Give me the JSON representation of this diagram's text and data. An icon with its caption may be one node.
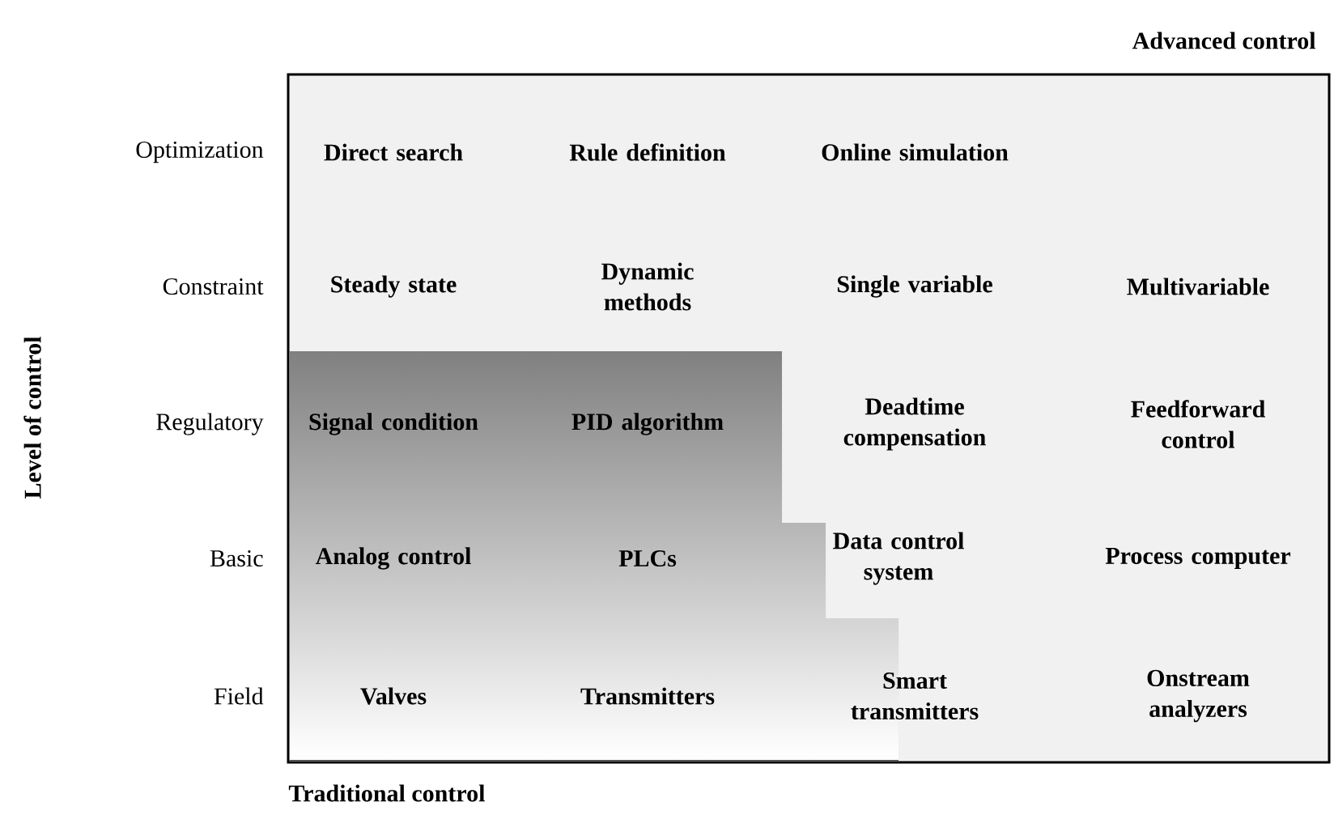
{
  "diagram": {
    "labels": [
      "Advanced control",
      "Optimization",
      "Direct search",
      "Rule definition",
      "Online simulation",
      "Constraint",
      "Steady state",
      "Dynamic methods",
      "Single variable",
      "Multivariable",
      "Level of control",
      "Regulatory",
      "Signal condition",
      "PID algorithm",
      "Deadtime compensation",
      "Feedforward control",
      "Basic",
      "Analog control",
      "PLCs",
      "Data control system",
      "Process computer",
      "Field",
      "Valves",
      "Transmitters",
      "Smart transmitters",
      "Onstream analyzers",
      "Traditional control"
    ]
  }
}
